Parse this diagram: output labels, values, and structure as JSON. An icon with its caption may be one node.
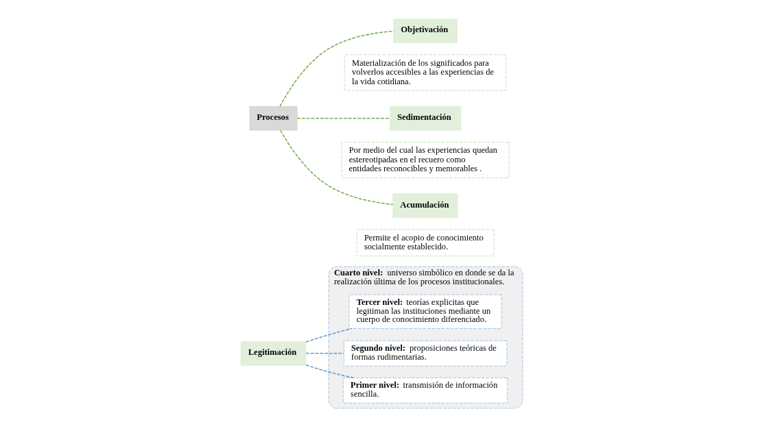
{
  "diagram": {
    "nodes": [
      {
        "text": [
          "**Cuarto nivel:** universo simbólico en donde se da la realización última de los procesos institucionales."
        ]
      },
      {
        "text": [
          "**Tercer nivel:** teorías explicitas que legitiman las instituciones mediante un cuerpo de conocimiento diferenciado."
        ],
        "in": 0
      },
      {
        "text": [
          "**Segundo nivel:** proposiciones teóricas de formas rudimentarias."
        ],
        "in": 0
      },
      {
        "text": [
          "**Primer nivel:** transmisión de información sencilla."
        ],
        "in": 0
      },
      {
        "text": [
          "Legitimación"
        ]
      },
      {
        "text": [
          "Objetivación"
        ]
      },
      {
        "text": [
          "Materialización de los significados para volverlos accesibles a las experiencias de la vida cotidiana."
        ]
      },
      {
        "text": [
          "Sedimentación"
        ]
      },
      {
        "text": [
          "Por medio del cual las experiencias quedan estereotipadas en el recuero como entidades reconocibles y memorables ."
        ]
      },
      {
        "text": [
          "Acumulación"
        ]
      },
      {
        "text": [
          "Permite el acopio de conocimiento socialmente establecido."
        ]
      },
      {
        "text": [
          "Procesos"
        ]
      }
    ],
    "edges": [
      {
        "from": 4,
        "to": 1,
        "arrow": "none",
        "style": "dashed",
        "color": "#5b9bd5"
      },
      {
        "from": 4,
        "to": 2,
        "arrow": "none",
        "style": "dashed",
        "color": "#5b9bd5"
      },
      {
        "from": 4,
        "to": 3,
        "arrow": "none",
        "style": "dashed",
        "color": "#5b9bd5"
      },
      {
        "from": 11,
        "to": 5,
        "arrow": "none",
        "style": "dashed",
        "color": "#70ad47"
      },
      {
        "from": 11,
        "to": 7,
        "arrow": "none",
        "style": "dashed",
        "color": "#70ad47"
      },
      {
        "from": 11,
        "to": 9,
        "arrow": "none",
        "style": "dashed",
        "color": "#70ad47"
      }
    ]
  }
}
